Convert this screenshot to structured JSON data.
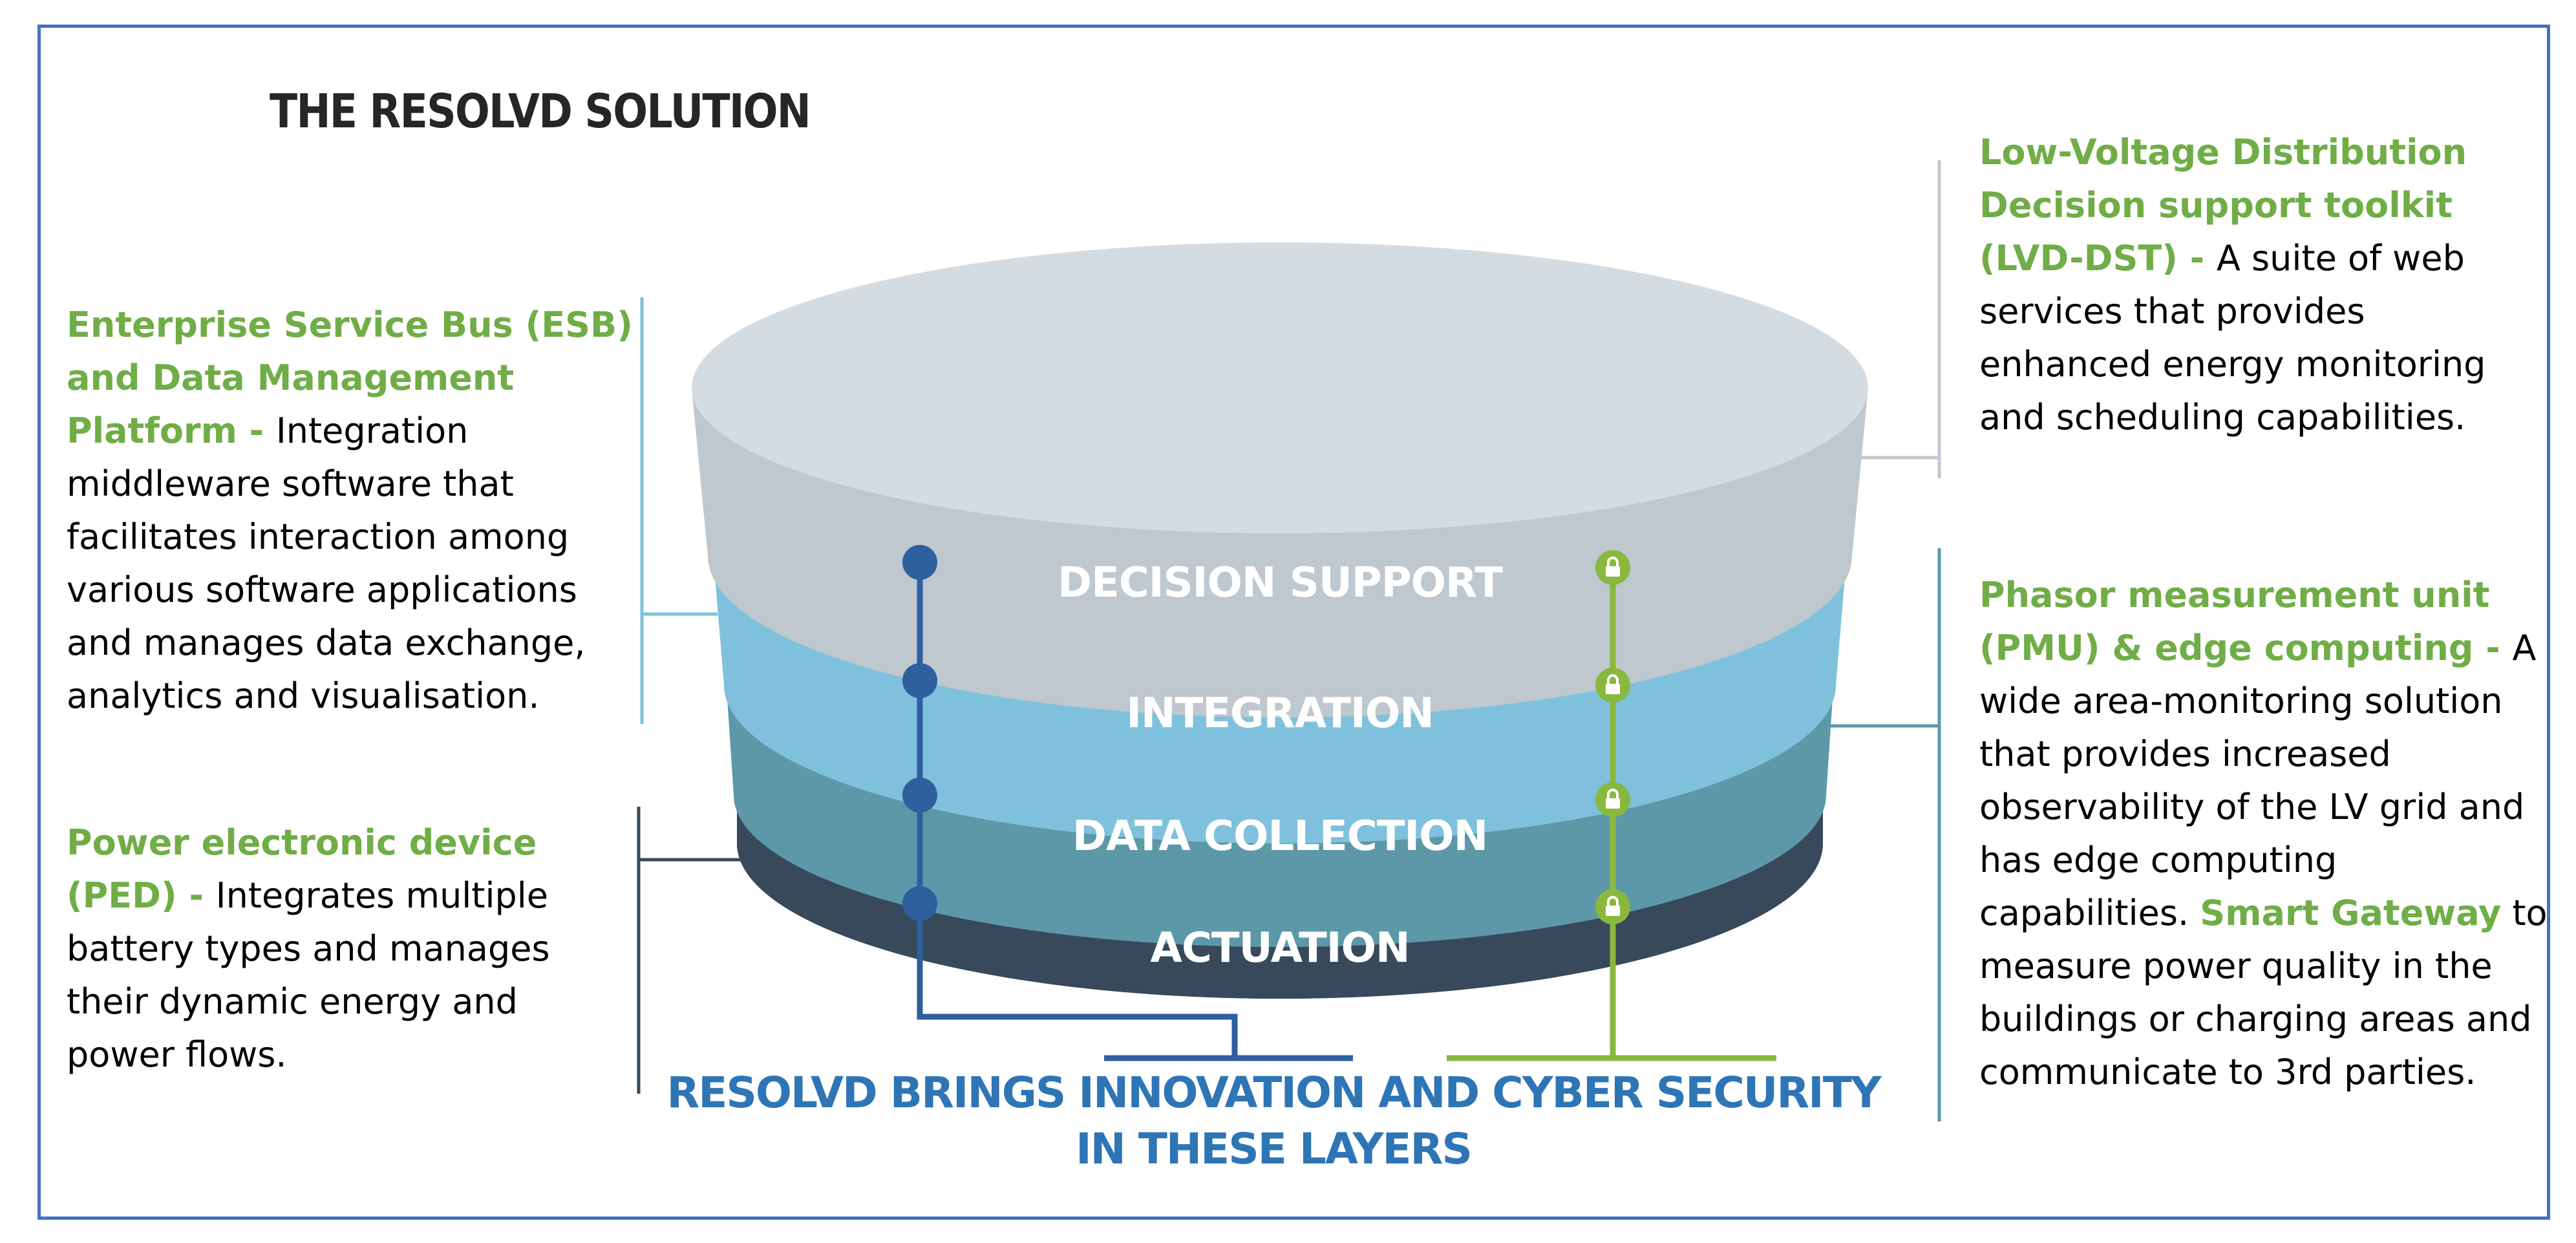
{
  "title": "THE RESOLVD SOLUTION",
  "descriptions": {
    "esb": {
      "highlight": "Enterprise Service Bus (ESB) and Data Management Platform - ",
      "body": "Integration middleware software that facilitates interaction among various software applications and manages data exchange, analytics and visualisation."
    },
    "ped": {
      "highlight": "Power electronic device (PED) - ",
      "body": "Integrates multiple battery types and manages their dynamic energy and power flows."
    },
    "lvd": {
      "highlight": "Low-Voltage Distribution Decision support toolkit (LVD-DST) - ",
      "body": "A suite of web services that provides enhanced energy monitoring and scheduling capabilities."
    },
    "pmu": {
      "highlight": "Phasor measurement unit (PMU) & edge computing - ",
      "body": "A wide area-monitoring solution that provides increased observability of the LV grid and has edge computing capabilities. ",
      "highlight2": "Smart Gateway",
      "body2": " to measure power quality in the buildings or charging areas and communicate to 3rd parties."
    }
  },
  "layers": {
    "decision_support": "DECISION SUPPORT",
    "integration": "INTEGRATION",
    "data_collection": "DATA COLLECTION",
    "actuation": "ACTUATION"
  },
  "bottom_text": {
    "line1": "RESOLVD BRINGS INNOVATION AND CYBER SECURITY",
    "line2": "IN THESE LAYERS"
  },
  "colors": {
    "frame": "#4472c4",
    "highlight_green": "#70ad47",
    "innovation_blue": "#2e5f9e",
    "security_green": "#8ab83e",
    "top_disc": "#d5dce1",
    "decision_layer": "#bfc7cf",
    "integration_layer": "#7fc1dc",
    "data_collection_layer": "#5c98a8",
    "actuation_layer": "#37495a"
  },
  "icons": {
    "innovation_node": "circle-node-icon",
    "security_node": "lock-icon"
  }
}
